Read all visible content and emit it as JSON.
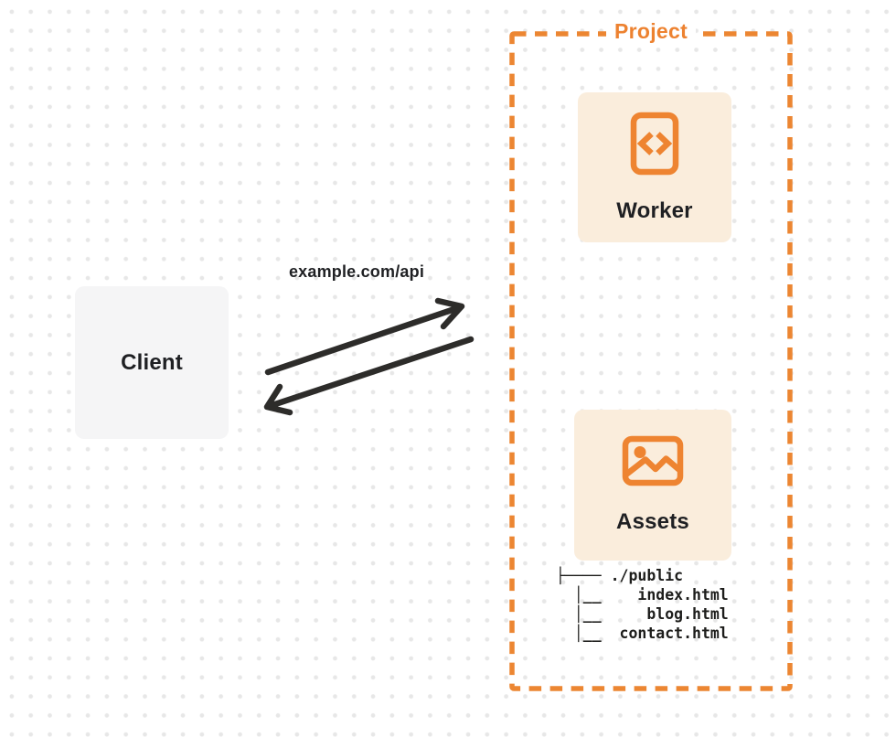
{
  "client": {
    "label": "Client"
  },
  "request": {
    "label": "example.com/api"
  },
  "project": {
    "title": "Project",
    "worker": {
      "label": "Worker",
      "icon": "code-document-icon"
    },
    "assets": {
      "label": "Assets",
      "icon": "image-icon"
    },
    "tree": {
      "l1": "├──── ./public",
      "l2": "  │__    index.html",
      "l3": "  │__     blog.html",
      "l4": "  │__  contact.html"
    }
  },
  "colors": {
    "accent_orange": "#ec8632",
    "project_title_orange": "#ed8230",
    "card_cream": "#faeddc",
    "client_gray": "#f5f5f6",
    "arrow_dark": "#2d2c2a",
    "text_dark": "#1f2023",
    "dot_grid_gray": "#e7e7e7"
  }
}
